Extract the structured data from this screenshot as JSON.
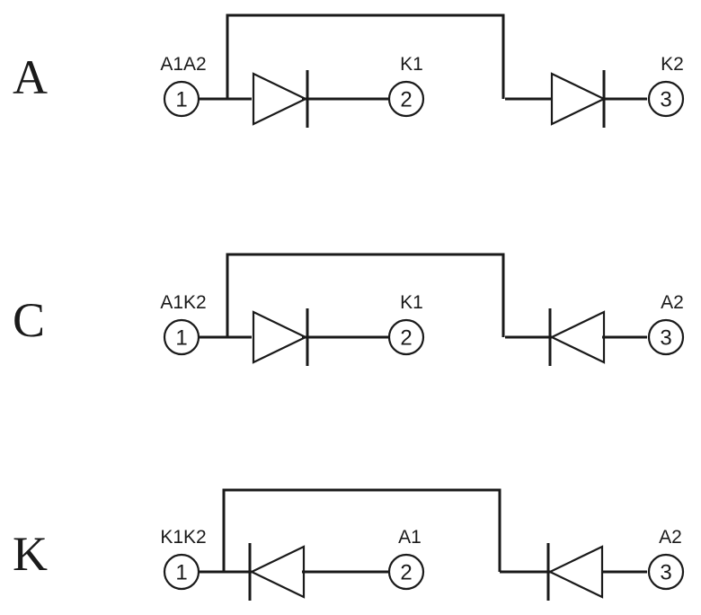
{
  "rows": [
    {
      "code": "A",
      "pins": [
        "A1A2",
        "K1",
        "K2"
      ],
      "terminals": [
        "1",
        "2",
        "3"
      ],
      "diodes": [
        "right",
        "right"
      ]
    },
    {
      "code": "C",
      "pins": [
        "A1K2",
        "K1",
        "A2"
      ],
      "terminals": [
        "1",
        "2",
        "3"
      ],
      "diodes": [
        "right",
        "left"
      ]
    },
    {
      "code": "K",
      "pins": [
        "K1K2",
        "A1",
        "A2"
      ],
      "terminals": [
        "1",
        "2",
        "3"
      ],
      "diodes": [
        "left",
        "left"
      ]
    }
  ]
}
